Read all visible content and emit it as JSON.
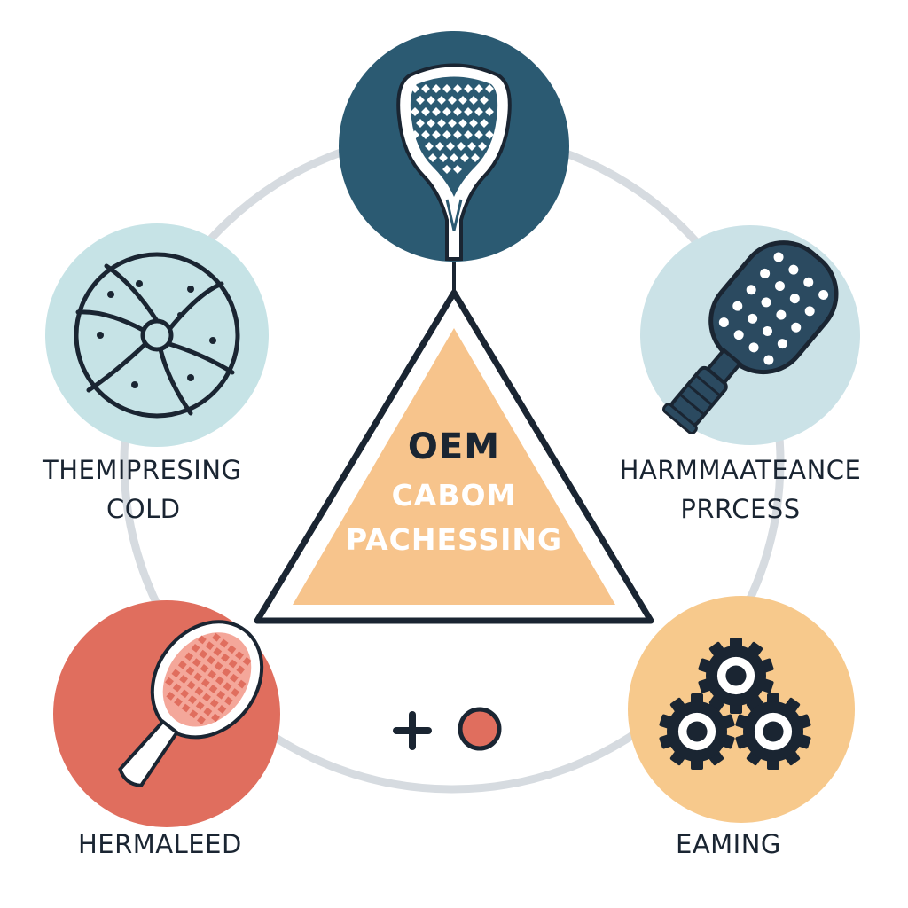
{
  "center": {
    "title": "OEM",
    "subtitle_line1": "CABOM",
    "subtitle_line2": "PACHESSING"
  },
  "nodes": {
    "top": {
      "icon": "paddle-mesh-icon",
      "color": "#2b5a72"
    },
    "top_left": {
      "icon": "wheel-fan-icon",
      "color": "#c6e3e6",
      "label_line1": "THEMIPRESING",
      "label_line2": "COLD"
    },
    "top_right": {
      "icon": "pickleball-paddle-icon",
      "color": "#cbe2e7",
      "label_line1": "HARMMAATEANCE",
      "label_line2": "PRRCESS"
    },
    "bottom_left": {
      "icon": "racquet-icon",
      "color": "#e06e5e",
      "label": "HERMALEED"
    },
    "bottom_right": {
      "icon": "gears-icon",
      "color": "#f7c98c",
      "label": "EAMING"
    }
  },
  "colors": {
    "ring": "#d6dbe0",
    "outline": "#1a2532",
    "triangle_fill": "#f7c48c",
    "accent_red": "#e06e5e"
  },
  "legend_symbols": [
    "plus-icon",
    "dot-icon"
  ]
}
